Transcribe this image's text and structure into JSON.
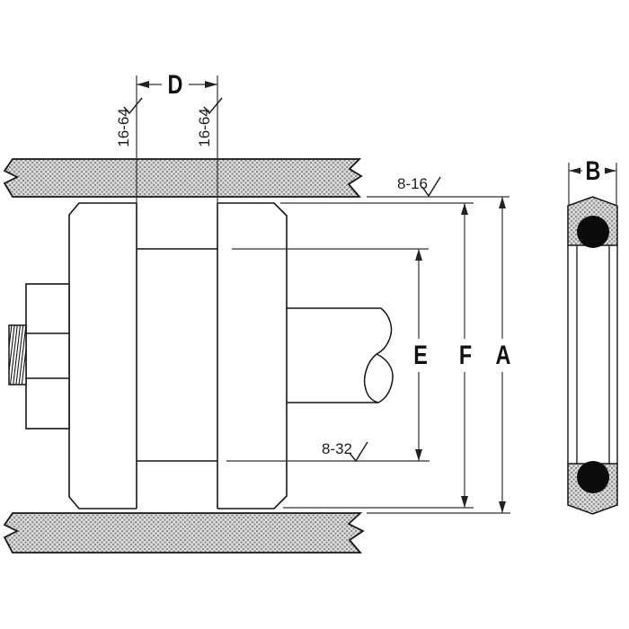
{
  "drawing": {
    "dimension_labels": {
      "groove_width": "D",
      "seal_cross_section_width": "B",
      "groove_root_diameter": "E",
      "piston_diameter": "F",
      "bore_diameter": "A"
    },
    "surface_finish_callouts": {
      "groove_side_wall_left": "16-64",
      "groove_side_wall_right": "16-64",
      "cylinder_bore": "8-16",
      "groove_root": "8-32"
    },
    "colors": {
      "line": "#1a1a1a",
      "hatch_base": "#dcdcdc",
      "hatch_dot": "#8d8d8d",
      "oring": "#0b0b0b",
      "background": "#ffffff"
    }
  }
}
